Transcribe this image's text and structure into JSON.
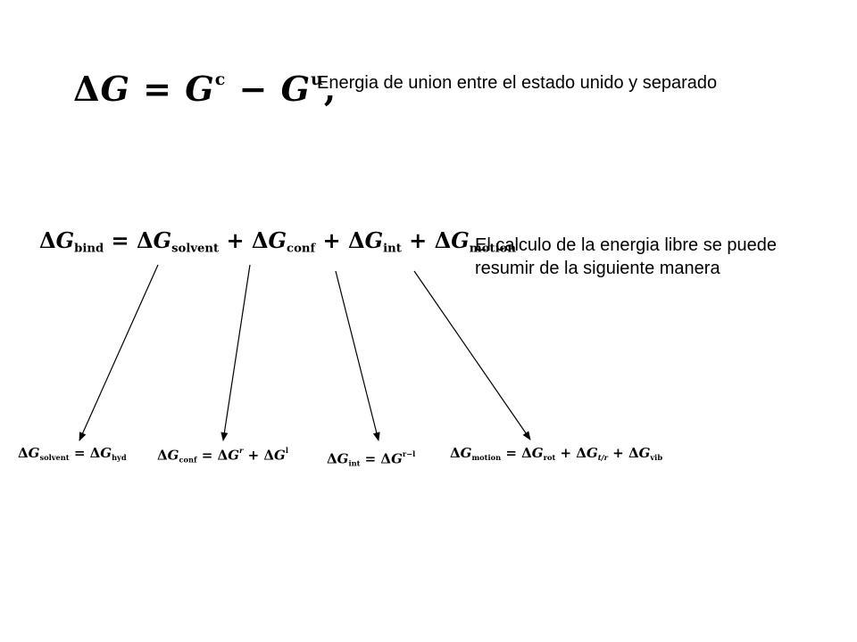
{
  "slide": {
    "equations": {
      "main": {
        "delta": "Δ",
        "lhs": "G",
        "equals": " = ",
        "g1": "G",
        "g1_sup": "c",
        "minus": " − ",
        "g2": "G",
        "g2_sup": "u",
        "comma": ","
      },
      "bind": {
        "d0": "Δ",
        "g0": "G",
        "s0": "bind",
        "eq": " = ",
        "d1": "Δ",
        "g1": "G",
        "s1": "solvent",
        "p1": " + ",
        "d2": "Δ",
        "g2": "G",
        "s2": "conf",
        "p2": " + ",
        "d3": "Δ",
        "g3": "G",
        "s3": "int",
        "p3": " + ",
        "d4": "Δ",
        "g4": "G",
        "s4": "motion"
      },
      "solvent": {
        "d0": "Δ",
        "g0": "G",
        "s0": "solvent",
        "eq": " = ",
        "d1": "Δ",
        "g1": "G",
        "s1": "hyd"
      },
      "conf": {
        "d0": "Δ",
        "g0": "G",
        "s0": "conf",
        "eq": " = ",
        "d1": "Δ",
        "g1": "G",
        "sup1": "r",
        "plus": " + ",
        "d2": "Δ",
        "g2": "G",
        "sup2": "l"
      },
      "int": {
        "d0": "Δ",
        "g0": "G",
        "s0": "int",
        "eq": " = ",
        "d1": "Δ",
        "g1": "G",
        "sup1": "r−l"
      },
      "motion": {
        "d0": "Δ",
        "g0": "G",
        "s0": "motion",
        "eq": " = ",
        "d1": "Δ",
        "g1": "G",
        "s1": "rot",
        "p1": " + ",
        "d2": "Δ",
        "g2": "G",
        "s2": "t/r",
        "p2": " + ",
        "d3": "Δ",
        "g3": "G",
        "s3": "vib"
      }
    },
    "notes": {
      "top": "Energia de union entre el estado unido y separado",
      "middle": "El calculo de la energia libre se puede resumir de la siguiente manera"
    },
    "colors": {
      "background": "#ffffff",
      "text": "#000000",
      "arrow": "#000000"
    }
  }
}
